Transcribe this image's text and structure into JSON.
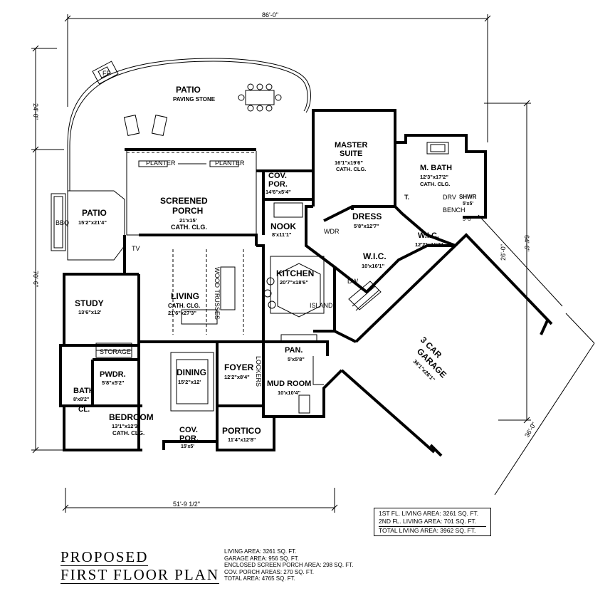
{
  "dimensions": {
    "overall_width": "86'-0\"",
    "patio_depth": "24'-0\"",
    "left_depth": "70'-6\"",
    "right_depth": "64'-6\"",
    "garage_side": "26'-0\"",
    "garage_depth": "36'-0\"",
    "front_width": "51'-9 1/2\"",
    "bath_jog": "5'-5\""
  },
  "rooms": {
    "patio_top": {
      "name": "PATIO",
      "sub": "PAVING STONE"
    },
    "master_suite": {
      "name": "MASTER",
      "name2": "SUITE",
      "size": "16'1\"x19'6\"",
      "sub": "CATH. CLG."
    },
    "m_bath": {
      "name": "M. BATH",
      "size": "12'3\"x17'2\"",
      "sub": "CATH. CLG."
    },
    "shwr": {
      "name": "SHWR",
      "size": "5'x5'"
    },
    "toilet": {
      "name": "T."
    },
    "cov_por_top": {
      "name": "COV.",
      "name2": "POR.",
      "size": "14'6\"x5'4\""
    },
    "screened_porch": {
      "name": "SCREENED",
      "name2": "PORCH",
      "size": "21'x15'",
      "sub": "CATH. CLG."
    },
    "patio_left": {
      "name": "PATIO",
      "size": "15'2\"x21'4\""
    },
    "nook": {
      "name": "NOOK",
      "size": "8'x11'1\""
    },
    "dress": {
      "name": "DRESS",
      "size": "5'8\"x12'7\""
    },
    "wic_master": {
      "name": "W.I.C.",
      "size": "12'2\"x11'3\""
    },
    "wic_center": {
      "name": "W.I.C.",
      "size": "10'x16'1\""
    },
    "kitchen": {
      "name": "KITCHEN",
      "size": "20'7\"x18'6\""
    },
    "living": {
      "name": "LIVING",
      "sub": "CATH. CLG.",
      "size": "21'6\"x27'3\""
    },
    "study": {
      "name": "STUDY",
      "size": "13'6\"x12'"
    },
    "garage": {
      "name": "3 CAR",
      "name2": "GARAGE",
      "size": "36'1\"x26'1\""
    },
    "pan": {
      "name": "PAN.",
      "size": "5'x5'8\""
    },
    "foyer": {
      "name": "FOYER",
      "size": "12'2\"x8'4\""
    },
    "dining": {
      "name": "DINING",
      "size": "15'2\"x12'"
    },
    "mud_room": {
      "name": "MUD ROOM",
      "size": "10'x10'4\""
    },
    "pwdr": {
      "name": "PWDR.",
      "size": "5'8\"x5'2\""
    },
    "bath": {
      "name": "BATH",
      "size": "8'x8'2\""
    },
    "cl": {
      "name": "CL."
    },
    "bedroom": {
      "name": "BEDROOM",
      "size": "13'1\"x12'3\"",
      "sub": "CATH. CLG."
    },
    "cov_por_front": {
      "name": "COV.",
      "name2": "POR.",
      "size": "15'x5'"
    },
    "portico": {
      "name": "PORTICO",
      "size": "11'4\"x12'8\""
    }
  },
  "labels": {
    "planter_left": "PLANTER",
    "planter_right": "PLANTER",
    "fp": "FP",
    "bbq": "BBQ",
    "dw": "DW",
    "island": "ISLAND",
    "storage": "STORAGE",
    "drv": "DRV",
    "bench": "BENCH",
    "wdr": "WDR",
    "wood_trusses": "WOOD TRUSSES",
    "tv": "TV",
    "lockers": "LOCKERS"
  },
  "area_table": {
    "first_fl": "1ST FL. LIVING AREA: 3261 SQ. FT.",
    "second_fl": "2ND FL. LIVING AREA: 701 SQ. FT.",
    "total": "TOTAL LIVING AREA: 3962 SQ. FT."
  },
  "title": {
    "line1": "PROPOSED",
    "line2": "FIRST FLOOR PLAN"
  },
  "summary": {
    "living": "LIVING AREA: 3261 SQ. FT.",
    "garage": "GARAGE AREA: 956 SQ. FT.",
    "screen": "ENCLOSED SCREEN PORCH AREA: 298 SQ. FT.",
    "cov_porch": "COV. PORCH AREAS: 270 SQ. FT.",
    "total": "TOTAL AREA: 4765 SQ. FT."
  }
}
